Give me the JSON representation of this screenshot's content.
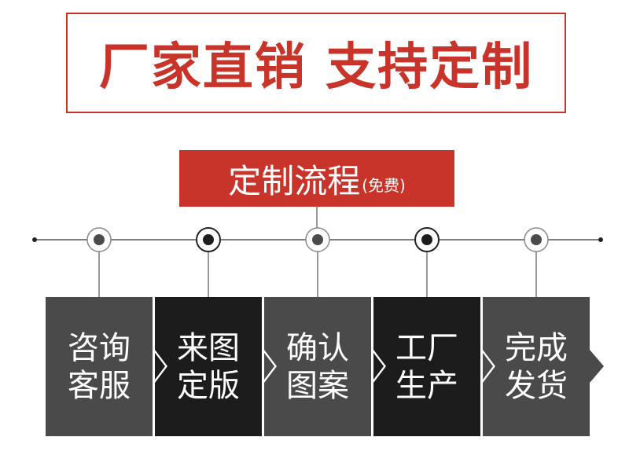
{
  "banner": {
    "title": "厂家直销 支持定制"
  },
  "process": {
    "label": "定制流程",
    "note": "(免费)"
  },
  "steps": [
    {
      "line1": "咨询",
      "line2": "客服"
    },
    {
      "line1": "来图",
      "line2": "定版"
    },
    {
      "line1": "确认",
      "line2": "图案"
    },
    {
      "line1": "工厂",
      "line2": "生产"
    },
    {
      "line1": "完成",
      "line2": "发货"
    }
  ],
  "colors": {
    "accent": "#c8342a",
    "step_gray": "#4a4a4a",
    "step_dark": "#1c1c1c"
  }
}
